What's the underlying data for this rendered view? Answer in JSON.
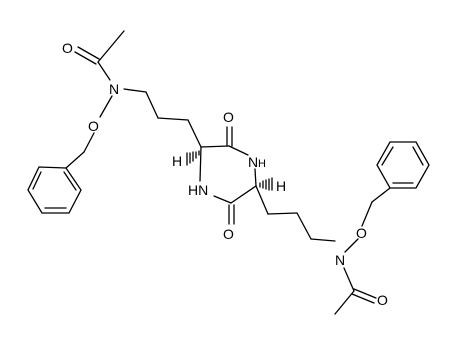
{
  "structure": {
    "atoms": {
      "o1": "O",
      "n1": "N",
      "o2": "O",
      "o3": "O",
      "nh1": "N",
      "h1": "H",
      "nh2": "HN",
      "o4": "O",
      "h2": "H",
      "o5": "O",
      "n2": "N",
      "o6": "O"
    }
  }
}
